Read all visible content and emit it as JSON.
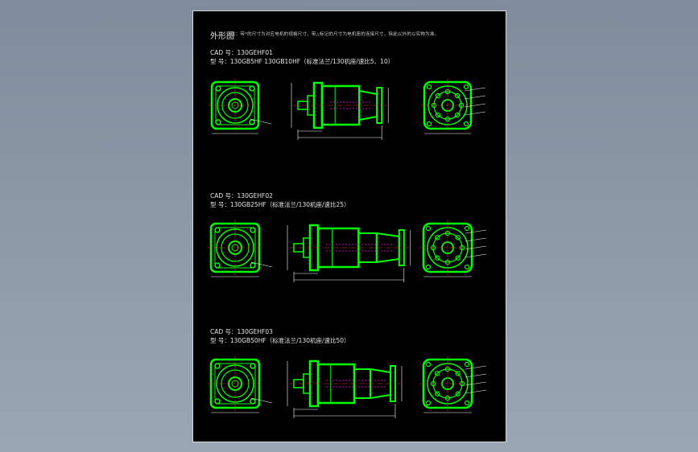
{
  "sheet": {
    "title": "外形图",
    "note": "注：带*的尺寸为对应电机的规格尺寸，带△标记的尺寸为电机座的连接尺寸，除此以外的以实物为准。"
  },
  "rows": [
    {
      "cad_label": "CAD 号：130GEHF01",
      "model_label": "型   号：130GB5HF     130GB10HF（标准法兰/130机座/速比5、10）"
    },
    {
      "cad_label": "CAD 号：130GEHF02",
      "model_label": "型   号：130GB25HF（标准法兰/130机座/速比25）"
    },
    {
      "cad_label": "CAD 号：130GEHF03",
      "model_label": "型   号：130GB50HF（标准法兰/130机座/速比50）"
    }
  ],
  "colors": {
    "background": "#8a97a6",
    "sheet": "#000000",
    "outline": "#00ff00",
    "dimension": "#ffffff",
    "centerline": "#ff3030",
    "hatch": "#ff00ff"
  }
}
